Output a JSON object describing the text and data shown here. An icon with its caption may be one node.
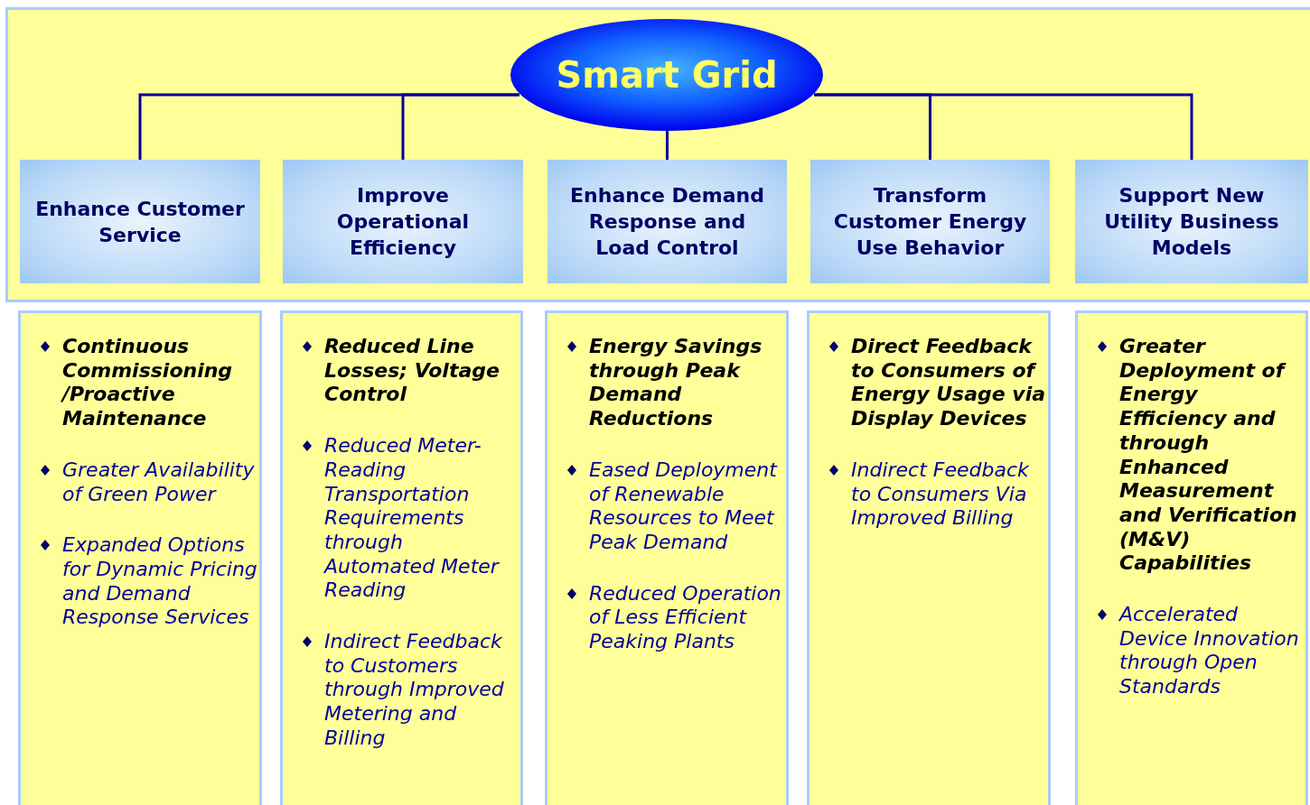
{
  "diagram": {
    "nodes": [
      {
        "text": [
          "Smart Grid"
        ]
      },
      {
        "text": [
          "Enhance Customer Service"
        ]
      },
      {
        "text": [
          "Improve Operational Efficiency"
        ]
      },
      {
        "text": [
          "Enhance Demand Response and Load Control"
        ]
      },
      {
        "text": [
          "Transform Customer Energy Use Behavior"
        ]
      },
      {
        "text": [
          "Support New Utility Business Models"
        ]
      },
      {
        "text": [
          "Continuous Commissioning /Proactive Maintenance",
          "Greater Availability of Green Power",
          "Expanded Options for Dynamic Pricing and Demand Response Services"
        ]
      },
      {
        "text": [
          "Reduced Line Losses; Voltage Control",
          "Reduced Meter-Reading Transportation Requirements through Automated Meter Reading",
          "Indirect Feedback to Customers through Improved Metering and Billing"
        ]
      },
      {
        "text": [
          "Energy Savings through Peak Demand Reductions",
          "Eased Deployment of Renewable Resources to Meet Peak Demand",
          "Reduced Operation of Less Efficient Peaking Plants"
        ]
      },
      {
        "text": [
          "Direct Feedback to Consumers of Energy Usage via Display Devices",
          "Indirect Feedback to Consumers Via Improved Billing"
        ]
      },
      {
        "text": [
          "Greater Deployment of Energy Efficiency and through Enhanced Measurement and Verification (M&V) Capabilities",
          "Accelerated Device Innovation through Open Standards"
        ]
      }
    ],
    "edges": [
      {
        "from": 0,
        "to": 1,
        "arrow": "none"
      },
      {
        "from": 0,
        "to": 2,
        "arrow": "none"
      },
      {
        "from": 0,
        "to": 3,
        "arrow": "none"
      },
      {
        "from": 0,
        "to": 4,
        "arrow": "none"
      },
      {
        "from": 0,
        "to": 5,
        "arrow": "none"
      }
    ]
  }
}
